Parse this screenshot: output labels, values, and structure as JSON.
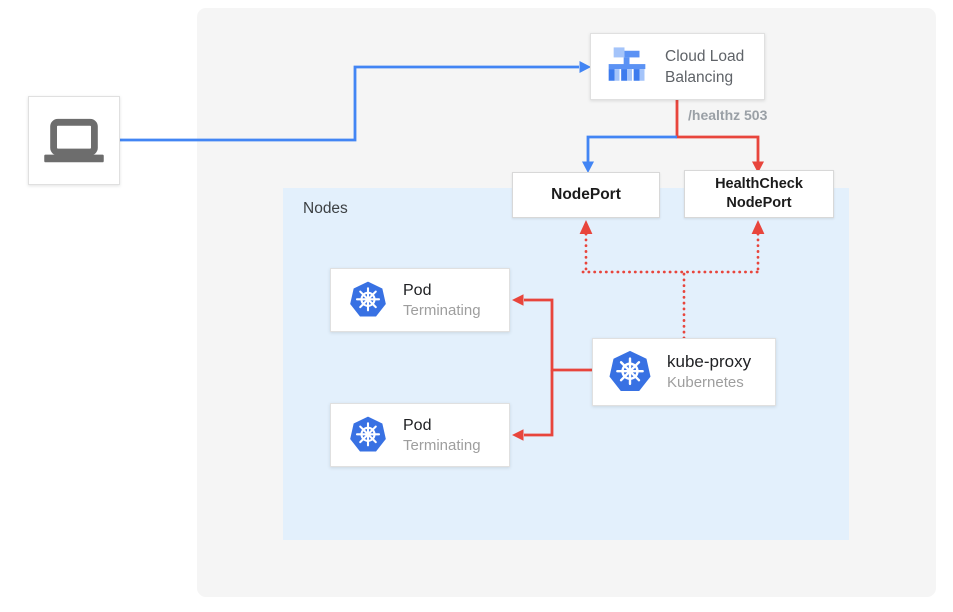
{
  "colors": {
    "blue_line": "#4285f4",
    "red_line": "#e8453c",
    "canvas_bg": "#f5f5f5",
    "nodes_bg": "#e3f0fc",
    "kubernetes_blue": "#3871e3"
  },
  "icons": {
    "client": "laptop-icon",
    "load_balancer": "cloud-load-balancing-icon",
    "pod": "kubernetes-icon",
    "kube_proxy": "kubernetes-icon"
  },
  "nodes_group": {
    "label": "Nodes"
  },
  "load_balancer": {
    "label_lines": [
      "Cloud Load",
      "Balancing"
    ]
  },
  "health_annotation": "/healthz 503",
  "node_port": {
    "label": "NodePort"
  },
  "health_check_node_port": {
    "label_lines": [
      "HealthCheck",
      "NodePort"
    ]
  },
  "pods": [
    {
      "title": "Pod",
      "status": "Terminating"
    },
    {
      "title": "Pod",
      "status": "Terminating"
    }
  ],
  "kube_proxy": {
    "title": "kube-proxy",
    "subtitle": "Kubernetes"
  }
}
